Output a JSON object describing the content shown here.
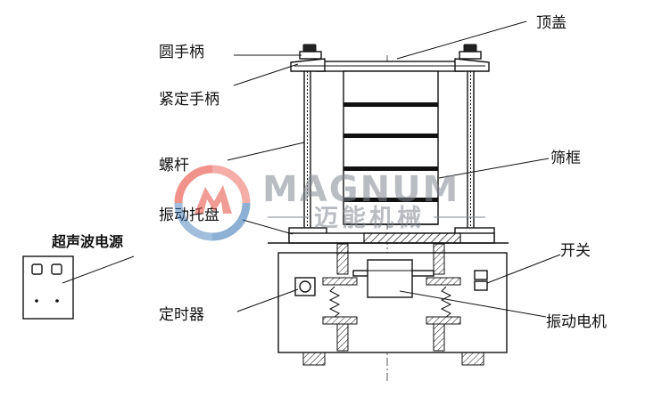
{
  "labels": {
    "top_cover": "顶盖",
    "round_handle": "圆手柄",
    "tight_handle": "紧定手柄",
    "screw_rod": "螺杆",
    "sieve_frame": "筛框",
    "vibration_tray": "振动托盘",
    "ultrasonic_power": "超声波电源",
    "switch": "开关",
    "timer": "定时器",
    "vibration_motor": "振动电机"
  },
  "watermark": {
    "brand_en": "MAGNUM",
    "brand_cn": "迈能机械",
    "colors": {
      "red": "#e64a3c",
      "blue": "#2f6fb2",
      "gray": "#7f8790"
    }
  }
}
